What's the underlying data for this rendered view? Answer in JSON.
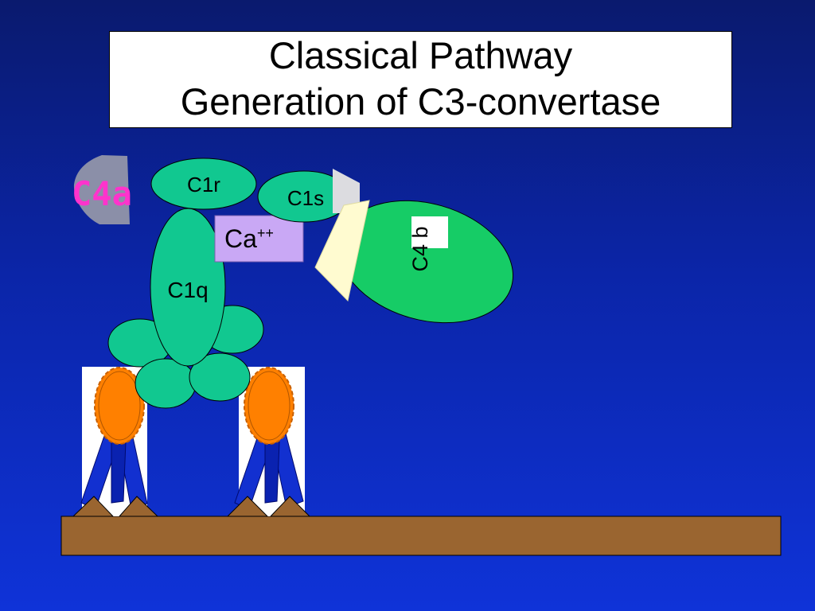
{
  "title": {
    "line1": "Classical Pathway",
    "line2": "Generation of C3-convertase"
  },
  "labels": {
    "c4a": "C4a",
    "c1r": "C1r",
    "c1s": "C1s",
    "c1q": "C1q",
    "ca": "Ca",
    "ca_superscript": "++",
    "c4b": "C4 b"
  },
  "colors": {
    "background_top": "#0a1a6e",
    "background_bottom": "#0f33d8",
    "c1_complex": "#11c890",
    "c4b": "#16cc66",
    "calcium_box": "#c9a8f5",
    "c4a_text": "#ff33cc",
    "c4a_shape": "#8b8fa8",
    "antigen_flower": "#ff8000",
    "ribbon": "#1230d0",
    "membrane": "#9a6530"
  }
}
